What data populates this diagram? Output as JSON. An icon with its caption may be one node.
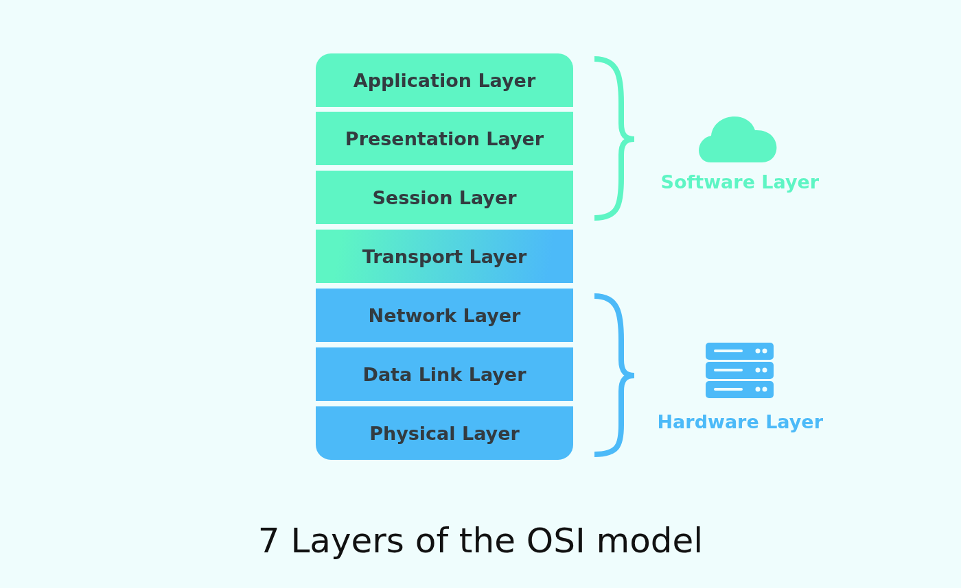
{
  "diagram": {
    "caption": "7 Layers of the OSI model",
    "nodes": [
      {
        "text": [
          "Application Layer"
        ]
      },
      {
        "text": [
          "Presentation Layer"
        ]
      },
      {
        "text": [
          "Session Layer"
        ]
      },
      {
        "text": [
          "Transport Layer"
        ]
      },
      {
        "text": [
          "Network Layer"
        ]
      },
      {
        "text": [
          "Data Link Layer"
        ]
      },
      {
        "text": [
          "Physical Layer"
        ]
      }
    ],
    "labels": [
      "Software Layer",
      "Hardware Layer"
    ]
  }
}
